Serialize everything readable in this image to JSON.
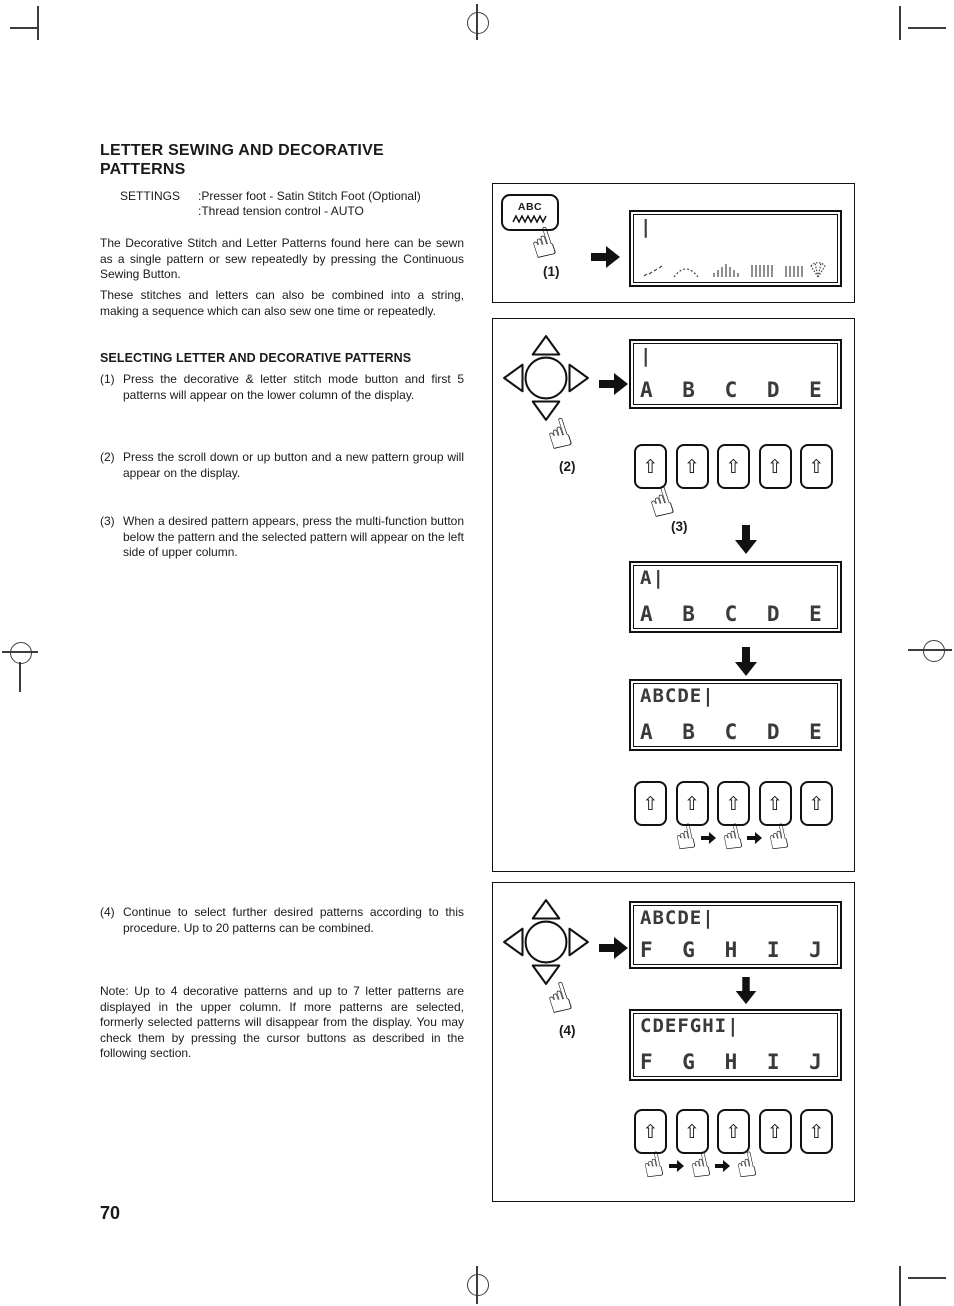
{
  "page": {
    "number": "70"
  },
  "title": {
    "line1": "LETTER SEWING AND DECORATIVE",
    "line2": "PATTERNS"
  },
  "settings": {
    "label": "SETTINGS",
    "value1": ":Presser foot - Satin Stitch Foot (Optional)",
    "value2": ":Thread tension control - AUTO"
  },
  "paragraphs": {
    "p1": "The Decorative Stitch and Letter Patterns found here can be sewn as a single pattern or sew repeatedly by pressing the Continuous Sewing Button.",
    "p2": "These stitches and letters can also be combined into a string, making a sequence which can also sew one time or repeatedly."
  },
  "section": {
    "heading": "SELECTING LETTER AND DECORATIVE PATTERNS"
  },
  "steps": [
    {
      "num": "(1)",
      "text": "Press the decorative & letter stitch mode button and first 5 patterns will appear on the lower column of the display."
    },
    {
      "num": "(2)",
      "text": "Press the scroll down or up button and a new pattern group will appear on the display."
    },
    {
      "num": "(3)",
      "text": "When a desired pattern appears, press the multi-function button below the pattern and the selected pattern will appear on the left side of upper column."
    },
    {
      "num": "(4)",
      "text": "Continue to select further desired patterns according to this procedure. Up to 20 patterns can be combined."
    }
  ],
  "note": "Note: Up to 4 decorative patterns and up to 7 letter patterns are displayed in the upper column. If more patterns are selected, formerly selected patterns will disappear from the display. You may check them by pressing the cursor buttons as described in the following section.",
  "figures": {
    "fig1": {
      "abc_label": "ABC",
      "step": "(1)",
      "lcd_top": "|"
    },
    "fig2": {
      "step2": "(2)",
      "step3": "(3)",
      "lcd1_top": "|",
      "lcd1_bottom": "A B C D E",
      "lcd2_top": "A|",
      "lcd2_bottom": "A B C D E",
      "lcd3_top": "ABCDE|",
      "lcd3_bottom": "A B C D E"
    },
    "fig3": {
      "step": "(4)",
      "lcd1_top": "ABCDE|",
      "lcd1_bottom": "F G H I J",
      "lcd2_top": "CDEFGHI|",
      "lcd2_bottom": "F G H I J"
    }
  },
  "icons": {
    "finger": "☝",
    "button_up_arrow": "⇧"
  },
  "colors": {
    "ink": "#111111",
    "paper": "#ffffff"
  }
}
